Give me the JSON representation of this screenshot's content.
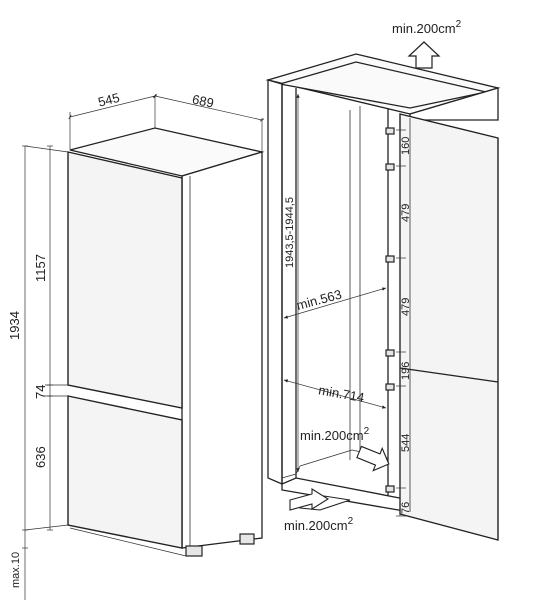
{
  "fridge": {
    "width": "545",
    "depth": "689",
    "height_total": "1934",
    "height_top": "1157",
    "gap": "74",
    "height_bottom": "636",
    "max_gap": "max.10"
  },
  "niche": {
    "vent_top": "min.200cm",
    "vent_middle": "min.200cm",
    "vent_bottom": "min.200cm",
    "sup": "2",
    "height_range": "1943,5-1944,5",
    "width_min": "min.563",
    "depth_min": "min.714",
    "hinge_1": "160",
    "hinge_2": "479",
    "hinge_3": "479",
    "hinge_4": "196",
    "hinge_5": "544",
    "hinge_6": "76"
  }
}
